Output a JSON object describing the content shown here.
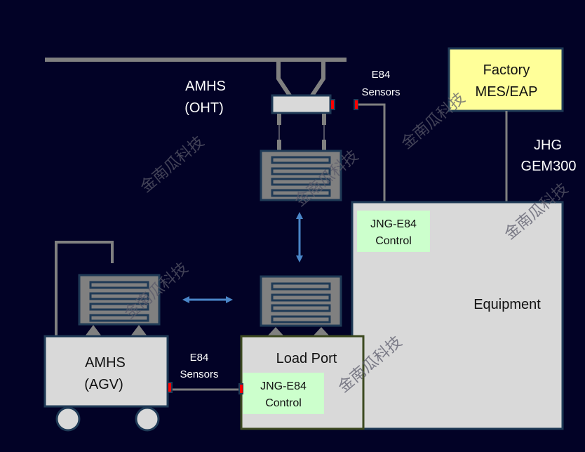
{
  "colors": {
    "background": "#020226",
    "rail": "#808080",
    "carrier_fill": "#808080",
    "carrier_border": "#1f3a56",
    "box_fill": "#d9d9d9",
    "box_border": "#1f3a56",
    "loadport_border": "#3d4a21",
    "factory_fill": "#ffff99",
    "control_fill": "#ccffcc",
    "sensor_red": "#ff0000",
    "arrow_blue": "#4a86c8",
    "label_white": "#ffffff",
    "label_dark": "#111111"
  },
  "labels": {
    "oht_line1": "AMHS",
    "oht_line2": "(OHT)",
    "oht_sensor_line1": "E84",
    "oht_sensor_line2": "Sensors",
    "factory_line1": "Factory",
    "factory_line2": "MES/EAP",
    "gem_line1": "JHG",
    "gem_line2": "GEM300",
    "equipment": "Equipment",
    "equipment_control_line1": "JNG-E84",
    "equipment_control_line2": "Control",
    "agv_line1": "AMHS",
    "agv_line2": "(AGV)",
    "agv_sensor_line1": "E84",
    "agv_sensor_line2": "Sensors",
    "loadport": "Load Port",
    "loadport_control_line1": "JNG-E84",
    "loadport_control_line2": "Control"
  },
  "watermark": "金南瓜科技"
}
